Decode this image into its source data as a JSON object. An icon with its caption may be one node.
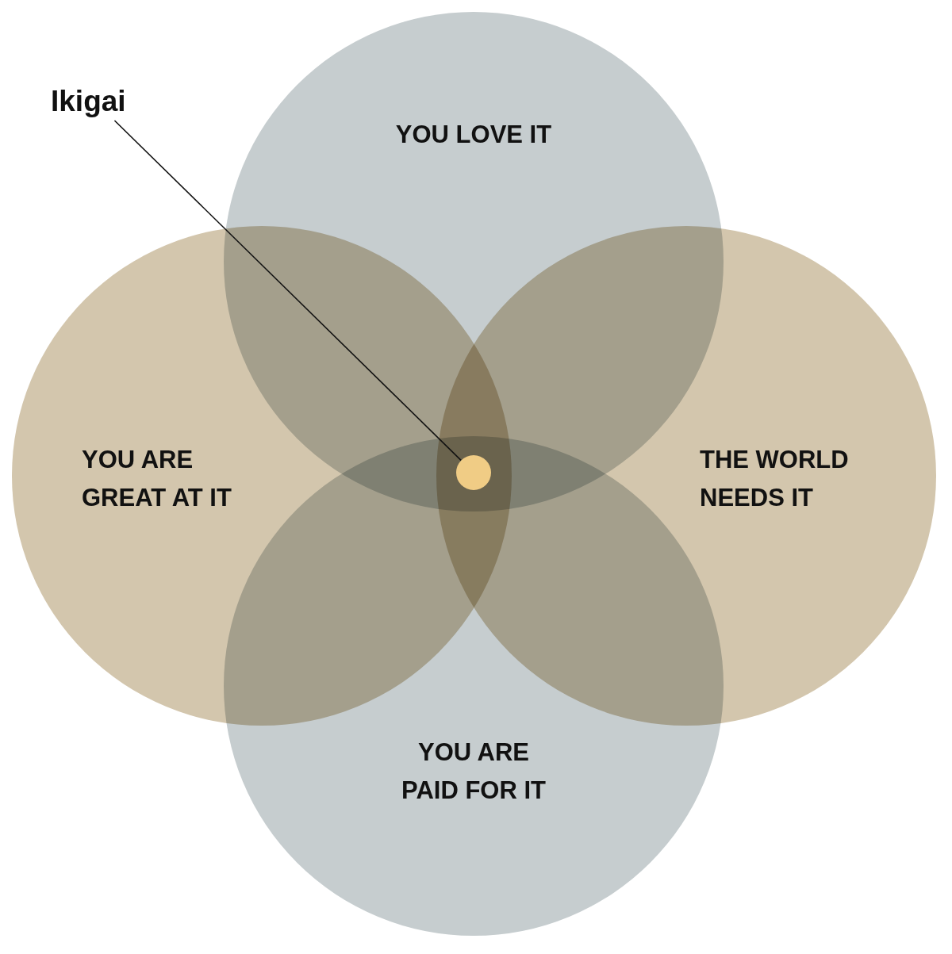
{
  "diagram": {
    "nodes": [
      {
        "text": [
          "YOU LOVE IT"
        ]
      },
      {
        "text": [
          "YOU ARE GREAT AT IT"
        ]
      },
      {
        "text": [
          "THE WORLD NEEDS IT"
        ]
      },
      {
        "text": [
          "YOU ARE PAID FOR IT"
        ]
      },
      {
        "text": [
          "Ikigai"
        ]
      },
      {
        "text": [],
        "shape": "circle"
      }
    ],
    "edges": [
      {
        "from": 4,
        "to": 5,
        "arrow": "none"
      }
    ]
  }
}
